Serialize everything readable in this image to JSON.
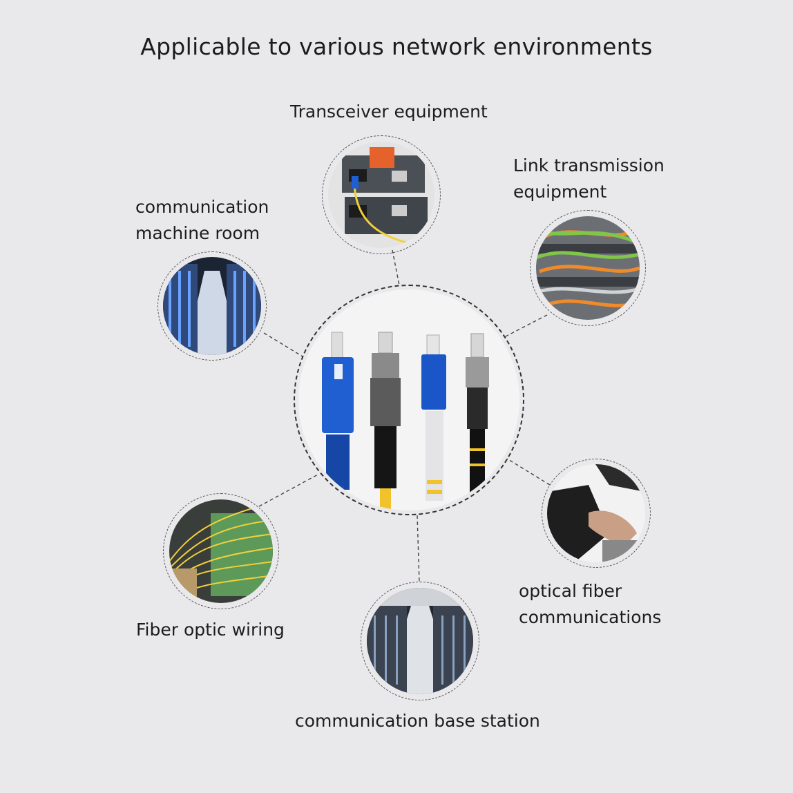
{
  "title": "Applicable to various network environments",
  "labels": {
    "transceiver": "Transceiver equipment",
    "link_line1": "Link transmission",
    "link_line2": "equipment",
    "machine_line1": "communication",
    "machine_line2": "machine room",
    "fiber_wiring": "Fiber optic wiring",
    "optical_line1": "optical fiber",
    "optical_line2": "communications",
    "base_station": "communication base station"
  },
  "colors": {
    "background": "#e9e9eb",
    "sc_connector": "#1f5fd1",
    "lc_connector": "#1b56c9",
    "fiber_yellow": "#f2c22a",
    "patch_orange": "#f08a2a",
    "patch_green": "#7fc64a"
  },
  "icons": [
    "connector-cluster-image",
    "transceiver-image",
    "patch-panel-image",
    "server-room-image",
    "fiber-wiring-image",
    "operator-hand-image",
    "data-center-aisle-image"
  ]
}
